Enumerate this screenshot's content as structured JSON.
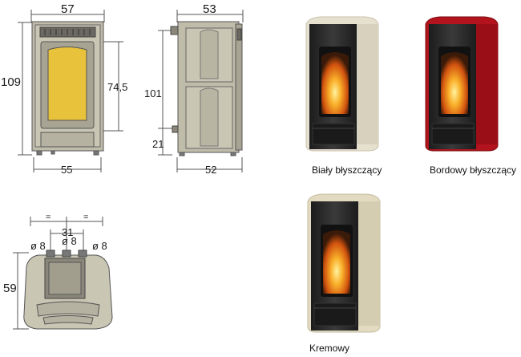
{
  "front_view": {
    "width_top": "57",
    "height_total": "109",
    "height_glass": "74,5",
    "width_bottom": "55"
  },
  "side_view": {
    "depth_top": "53",
    "height_outlet": "101",
    "height_inlet": "21",
    "depth_bottom": "52"
  },
  "top_view": {
    "eq_left": "=",
    "eq_right": "=",
    "spacing": "31",
    "hole_left": "ø 8",
    "hole_center": "ø 8",
    "hole_right": "ø 8",
    "depth": "59"
  },
  "variants": [
    {
      "label": "Biały błyszczący",
      "body_color": "#e6e0cf",
      "shade_color": "#c9c2ad"
    },
    {
      "label": "Bordowy błyszczący",
      "body_color": "#b3131c",
      "shade_color": "#7e0c12"
    },
    {
      "label": "Kremowy",
      "body_color": "#e3dbc1",
      "shade_color": "#c5bc9f"
    }
  ],
  "colors": {
    "drawing_body": "#bfbcaa",
    "drawing_line": "#555555",
    "glass": "#e8c23a",
    "stove_front": "#2b2b2b",
    "flame": "#f08a1a"
  }
}
